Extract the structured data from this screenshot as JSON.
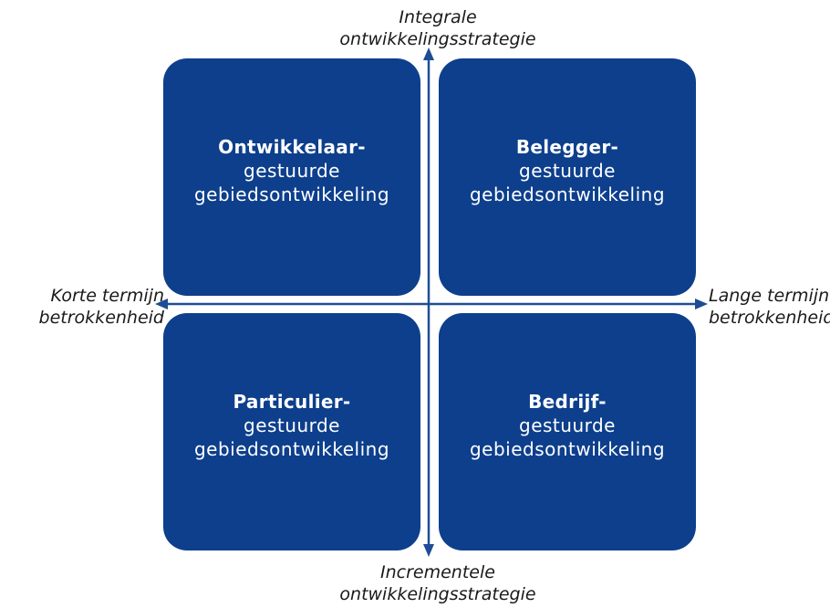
{
  "axes": {
    "top": [
      "Integrale",
      "ontwikkelingsstrategie"
    ],
    "bottom": [
      "Incrementele",
      "ontwikkelingsstrategie"
    ],
    "left": [
      "Korte termijn",
      "betrokkenheid"
    ],
    "right": [
      "Lange termijn",
      "betrokkenheid"
    ]
  },
  "quadrants": {
    "top_left": {
      "title": "Ontwikkelaar-",
      "line2": "gestuurde",
      "line3": "gebiedsontwikkeling"
    },
    "top_right": {
      "title": "Belegger-",
      "line2": "gestuurde",
      "line3": "gebiedsontwikkeling"
    },
    "bottom_left": {
      "title": "Particulier-",
      "line2": "gestuurde",
      "line3": "gebiedsontwikkeling"
    },
    "bottom_right": {
      "title": "Bedrijf-",
      "line2": "gestuurde",
      "line3": "gebiedsontwikkeling"
    }
  },
  "colors": {
    "quadrant_fill": "#0d3f8c",
    "axis": "#1e4d96",
    "text_on_fill": "#ffffff"
  }
}
